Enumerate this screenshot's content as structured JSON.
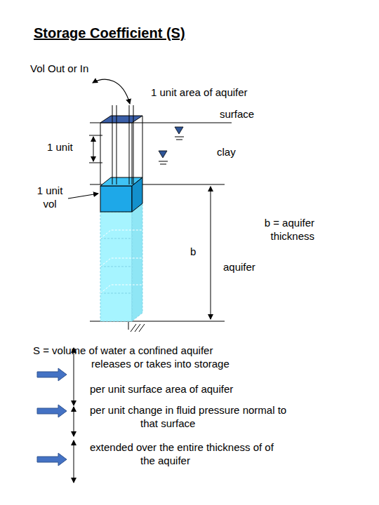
{
  "diagram": {
    "title": "Storage Coefficient (S)",
    "labels": [
      "Vol Out or In",
      "1 unit area of aquifer",
      "surface",
      "1 unit",
      "clay",
      "1 unit vol",
      "b = aquifer thickness",
      "b",
      "aquifer",
      "S = volume of water a confined aquifer releases or takes into storage",
      "per unit surface area of aquifer",
      "per unit change in fluid pressure normal to that surface",
      "extended over the entire thickness of of the aquifer"
    ]
  }
}
